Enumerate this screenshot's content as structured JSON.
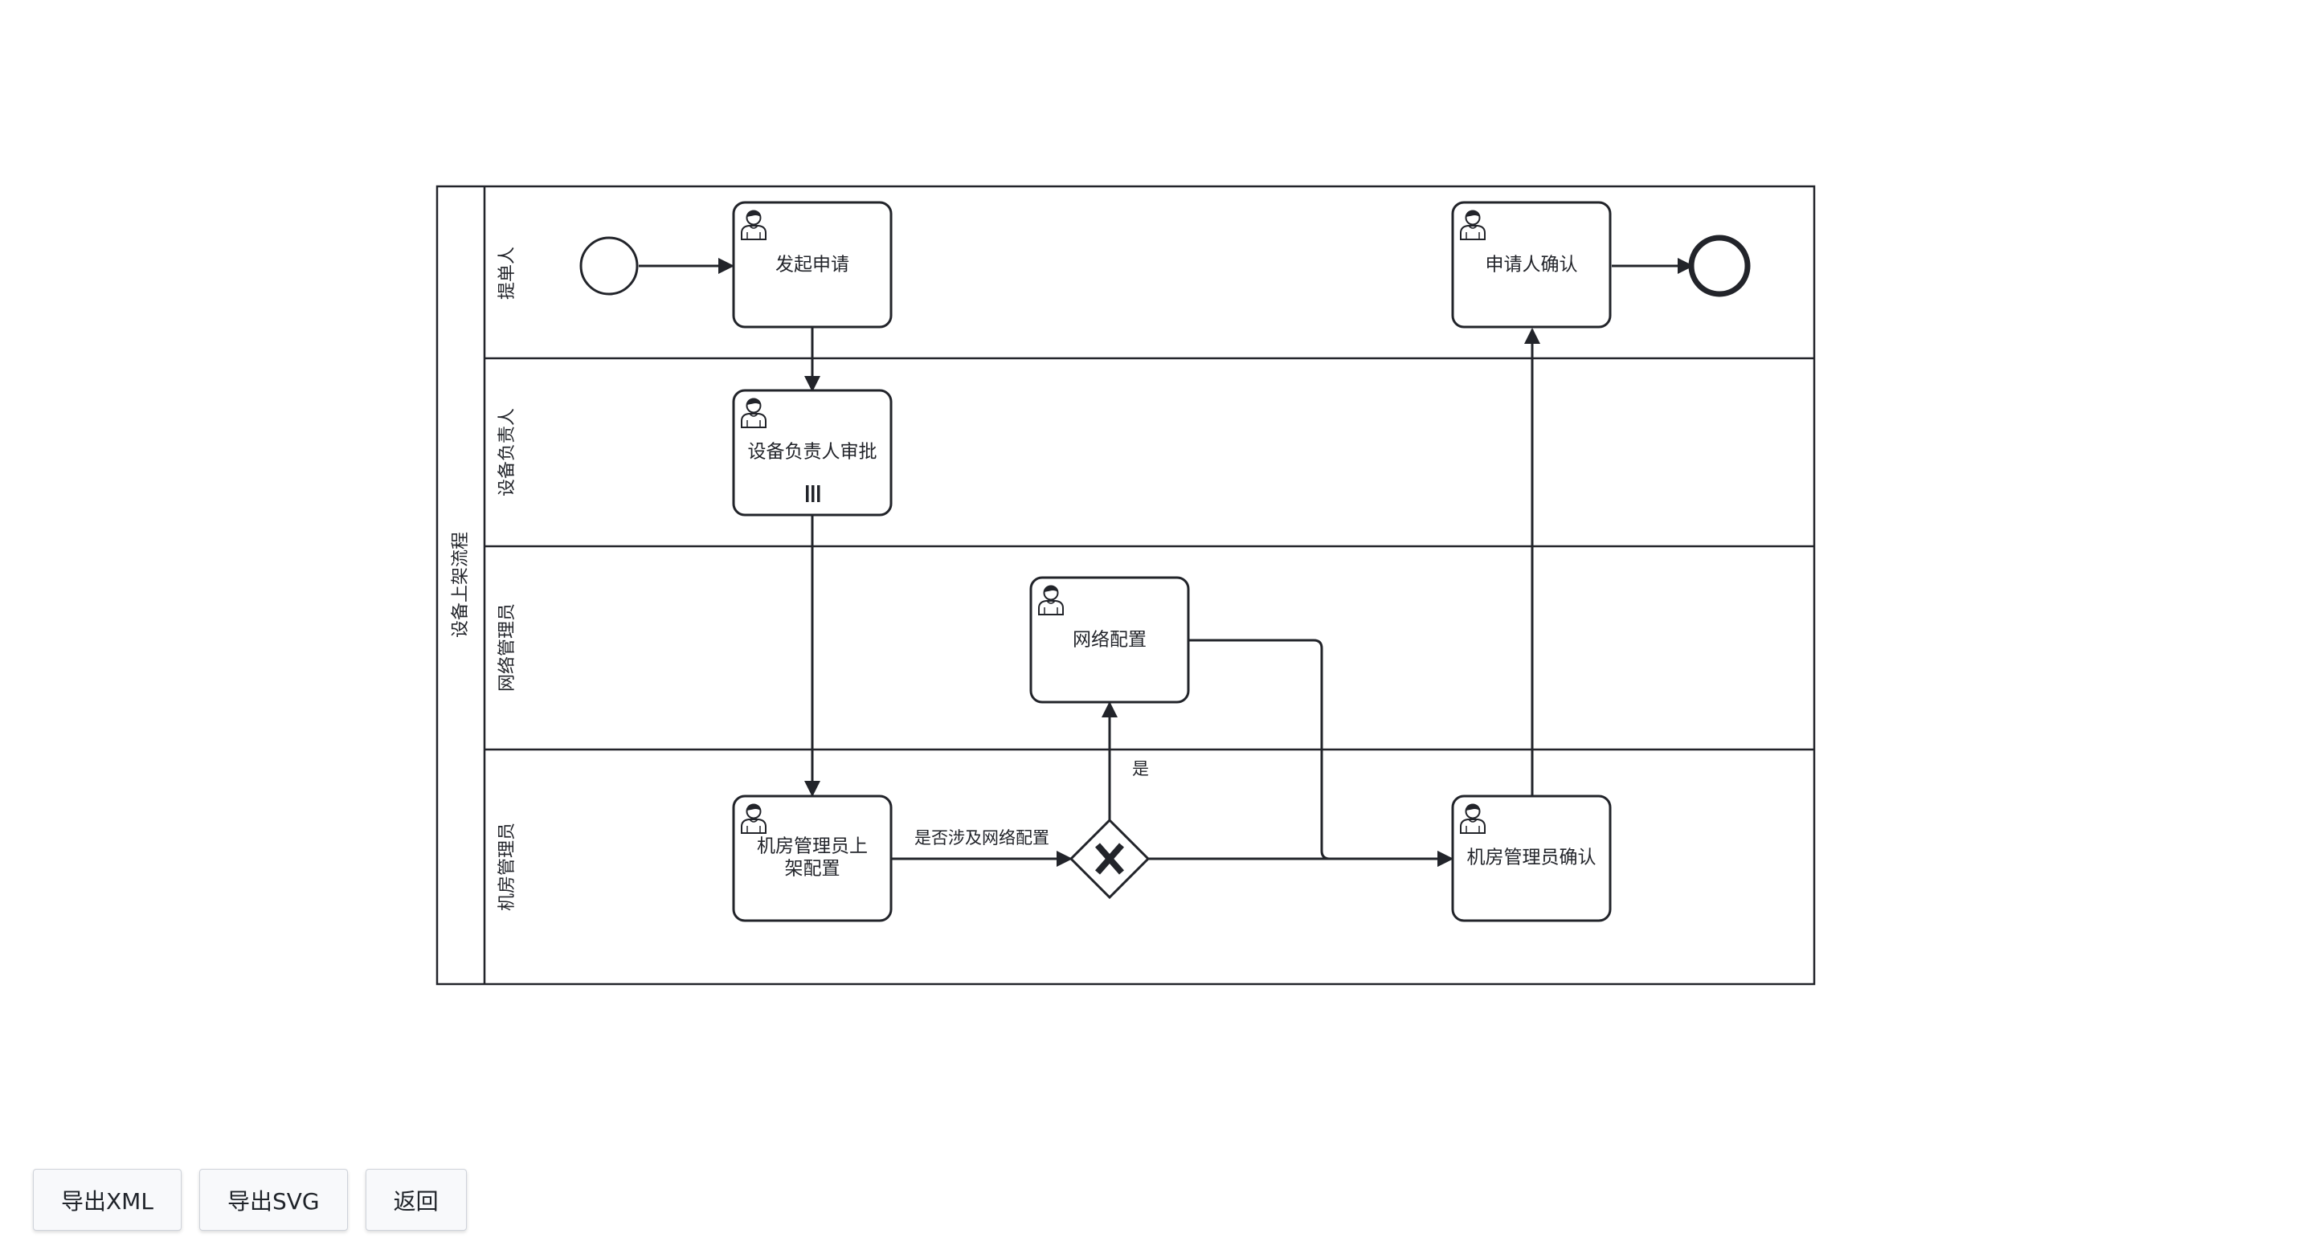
{
  "pool": {
    "label": "设备上架流程"
  },
  "lanes": {
    "requester": "提单人",
    "device_owner": "设备负责人",
    "network_admin": "网络管理员",
    "room_admin": "机房管理员"
  },
  "tasks": {
    "submit": "发起申请",
    "owner_approval": "设备负责人审批",
    "network_config": "网络配置",
    "rack_config_line1": "机房管理员上",
    "rack_config_line2": "架配置",
    "room_confirm": "机房管理员确认",
    "requester_confirm": "申请人确认"
  },
  "flows": {
    "gateway_question": "是否涉及网络配置",
    "yes_label": "是"
  },
  "toolbar": {
    "export_xml": "导出XML",
    "export_svg": "导出SVG",
    "back": "返回"
  },
  "colors": {
    "stroke": "#22242a",
    "background": "#ffffff"
  }
}
